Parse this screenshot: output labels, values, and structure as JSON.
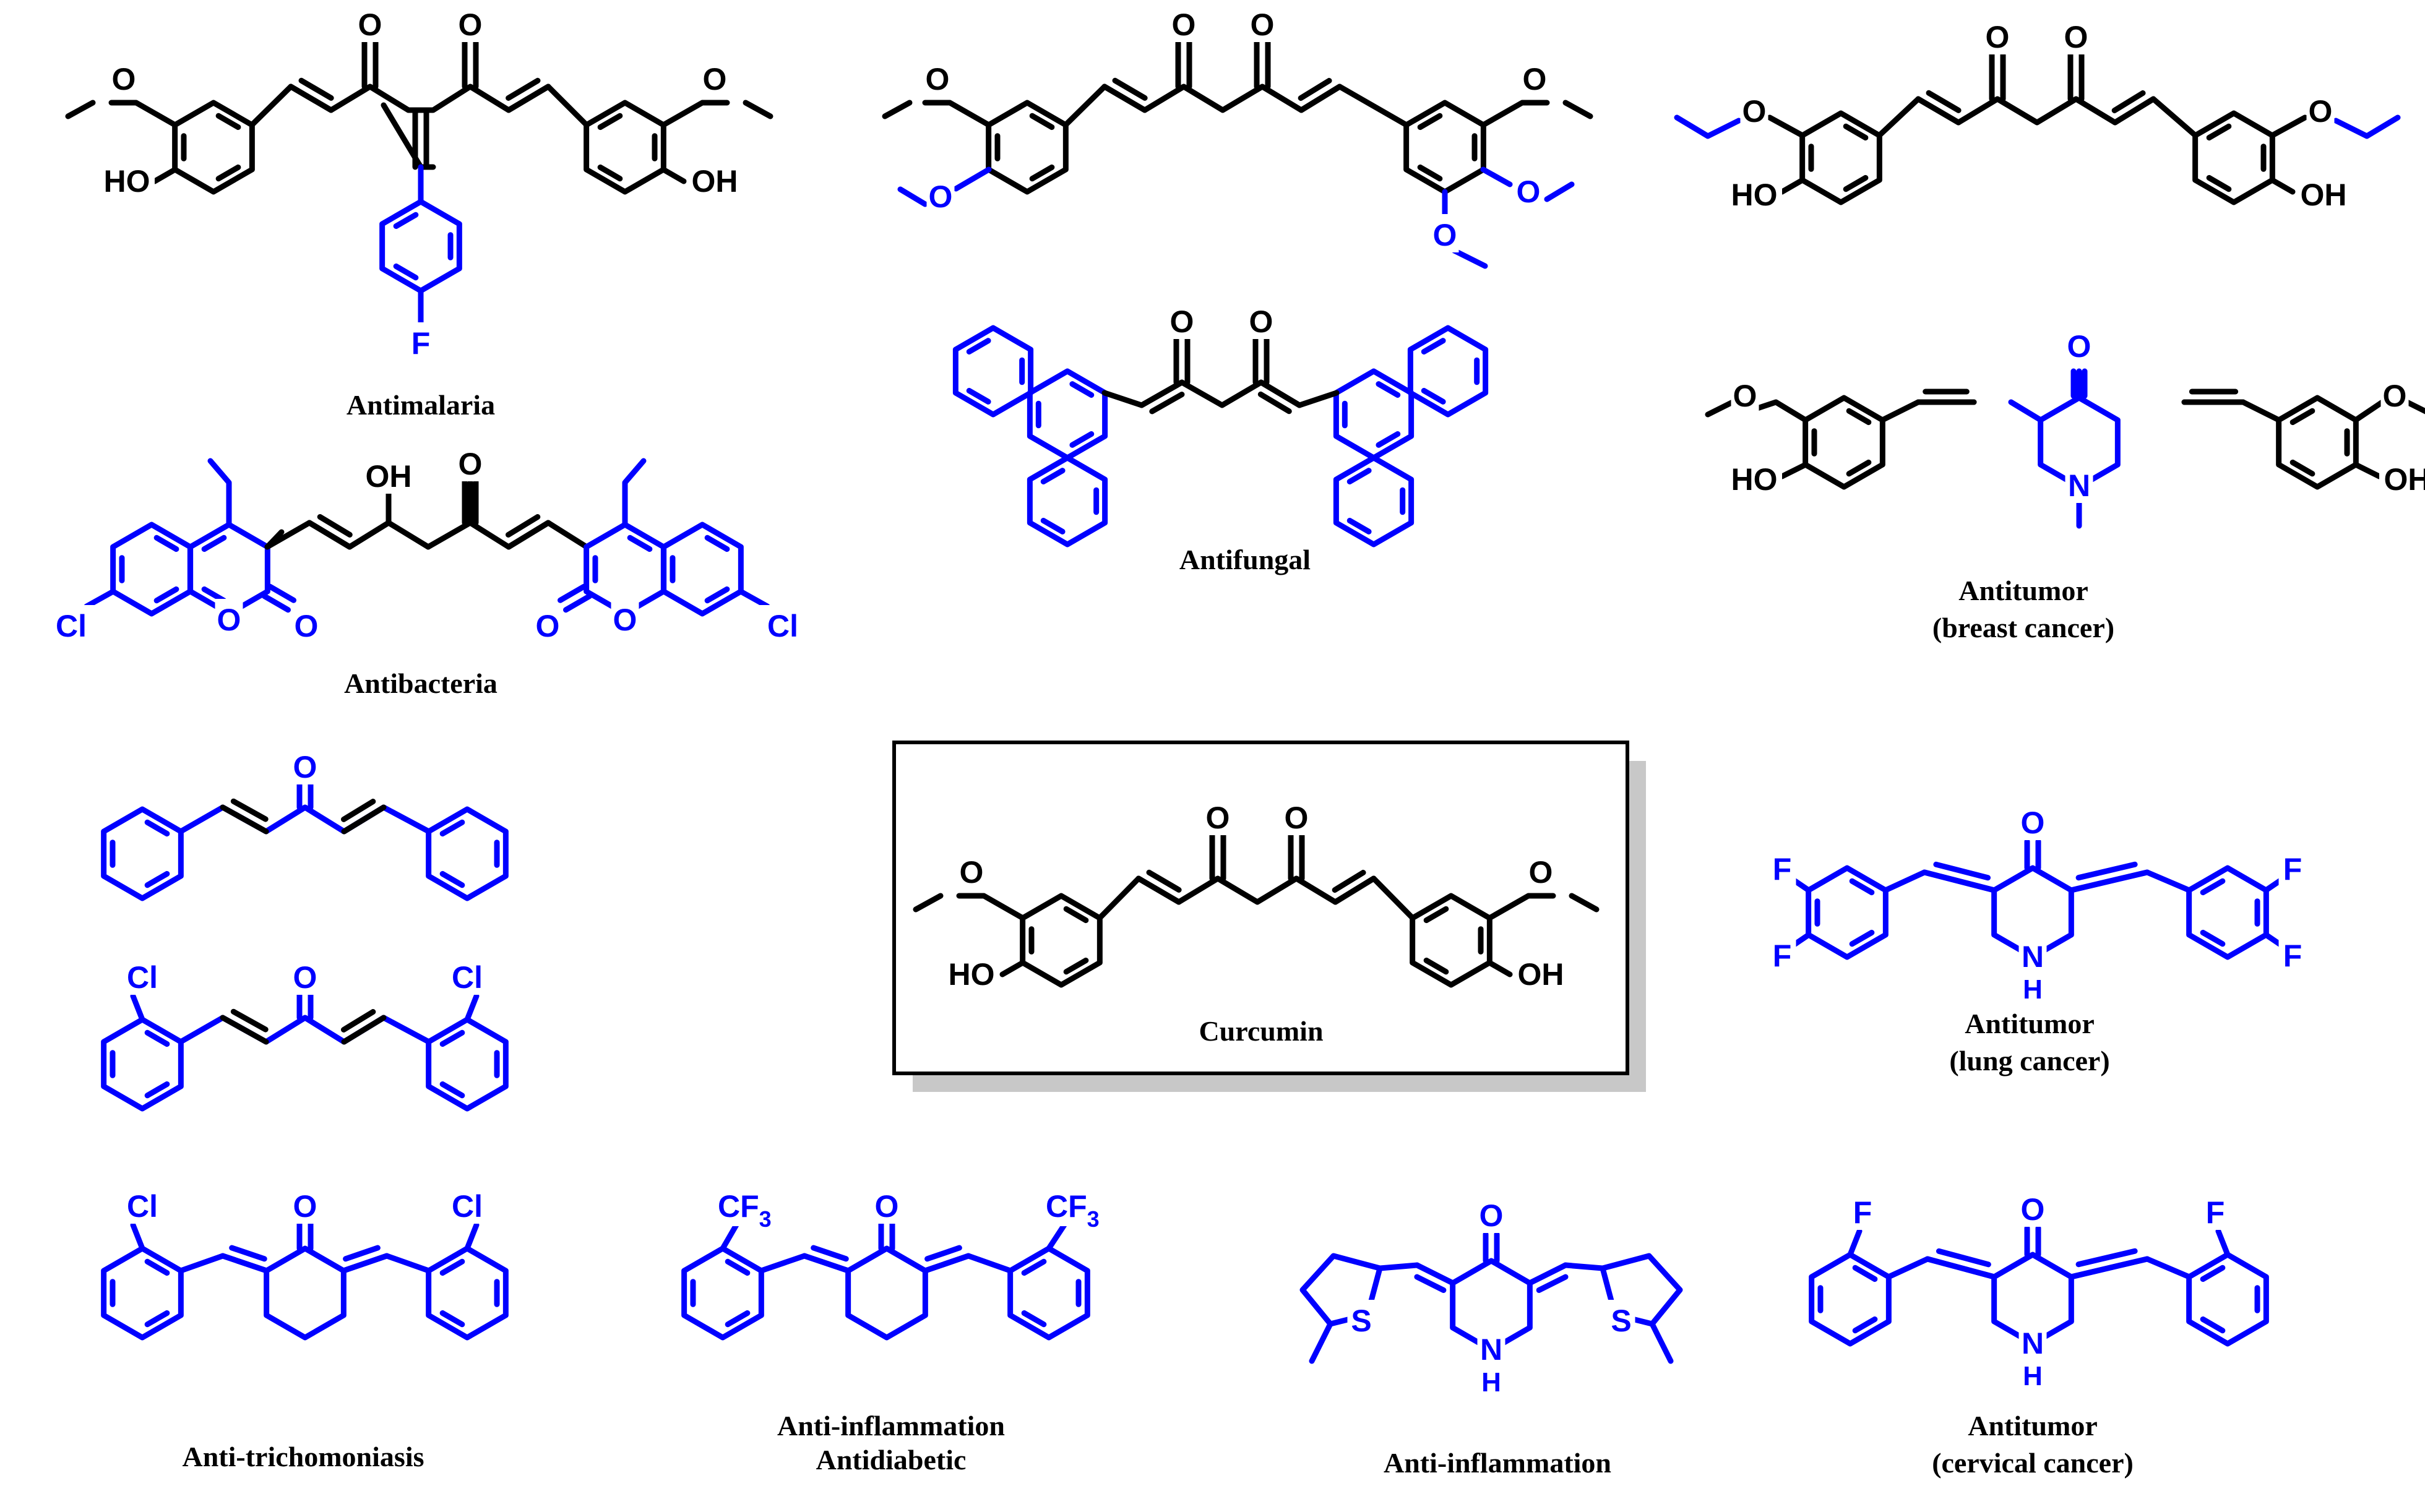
{
  "colors": {
    "core": "#000000",
    "modified": "#0000ff",
    "shadow": "#c8c8c8",
    "frame": "#000000"
  },
  "atoms": {
    "O": "O",
    "HO": "HO",
    "OH": "OH",
    "F": "F",
    "Cl": "Cl",
    "N": "N",
    "H": "H",
    "S": "S",
    "CF": "CF",
    "three": "3"
  },
  "captions": {
    "antimalaria": "Antimalaria",
    "antibacteria": "Antibacteria",
    "antifungal": "Antifungal",
    "antitumor_breast_1": "Antitumor",
    "antitumor_breast_2": "(breast cancer)",
    "curcumin": "Curcumin",
    "antitumor_lung_1": "Antitumor",
    "antitumor_lung_2": "(lung cancer)",
    "antitrichomoniasis": "Anti-trichomoniasis",
    "antiinflammation_1": "Anti-inflammation",
    "antidiabetic": "Antidiabetic",
    "antiinflammation_2": "Anti-inflammation",
    "antitumor_cervical_1": "Antitumor",
    "antitumor_cervical_2": "(cervical cancer)"
  }
}
